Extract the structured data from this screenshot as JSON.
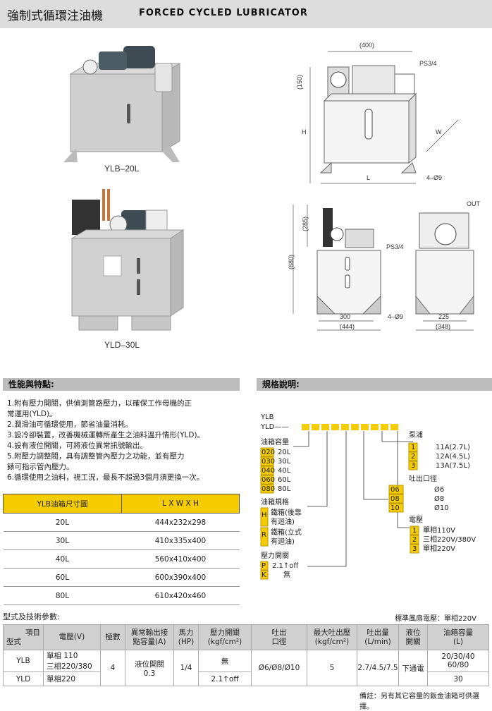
{
  "header": {
    "title_zh": "強制式循環注油機",
    "title_en": "FORCED CYCLED LUBRICATOR"
  },
  "photos": [
    {
      "caption": "YLB–20L"
    },
    {
      "caption": "YLD–30L"
    }
  ],
  "drawing1": {
    "dim_top": "(400)",
    "dim_left": "(150)",
    "label_h": "H",
    "label_w": "W",
    "label_l": "L",
    "port": "PS3/4",
    "holes": "4–Ø9"
  },
  "drawing2": {
    "dim_left_a": "(285)",
    "dim_left_b": "(680)",
    "port": "PS3/4",
    "out": "OUT",
    "holes": "4–Ø9",
    "dim_a1": "300",
    "dim_a2": "(444)",
    "dim_b1": "225",
    "dim_b2": "(348)"
  },
  "features": {
    "heading": "性能與特點:",
    "items": [
      "1.附有壓力開關，供偵測管路壓力，以確保工作母機的正",
      "   常運用(YLD)。",
      "2.潤滑油可循環使用，節省油量消耗。",
      "3.設冷卻裝置，改善機械運轉所產生之油料溫升情形(YLD)。",
      "4.設有液位開關，可將液位異常訊號輸出。",
      "5.附壓力調整閥，具有調整管內壓力之功能，並有壓力",
      "   錶可指示管內壓力。",
      "6.循環使用之油料，視工況，最長不超過3個月須更換一次。"
    ]
  },
  "size_table": {
    "headers": [
      "YLB油箱尺寸圖",
      "L X W X H"
    ],
    "rows": [
      [
        "20L",
        "444x232x298"
      ],
      [
        "30L",
        "410x335x400"
      ],
      [
        "40L",
        "560x410x400"
      ],
      [
        "60L",
        "600x390x400"
      ],
      [
        "80L",
        "610x420x460"
      ]
    ]
  },
  "spec": {
    "heading": "規格說明:",
    "model_a": "YLB",
    "model_b": "YLD——",
    "tank_label": "油箱容量",
    "tanks": [
      [
        "020",
        "20L"
      ],
      [
        "030",
        "30L"
      ],
      [
        "040",
        "40L"
      ],
      [
        "060",
        "60L"
      ],
      [
        "080",
        "80L"
      ]
    ],
    "tank_type_label": "油箱規格",
    "tank_types": [
      [
        "H",
        "鐵箱(後靠",
        "有迴油)"
      ],
      [
        "R",
        "鐵箱(立式",
        "有迴油)"
      ]
    ],
    "switch_label": "壓力開關",
    "switches": [
      [
        "P",
        "2.1↑off"
      ],
      [
        "K",
        "無"
      ]
    ],
    "pump_label": "泵浦",
    "pumps": [
      [
        "1",
        "11A(2.7L)"
      ],
      [
        "2",
        "12A(4.5L)"
      ],
      [
        "3",
        "13A(7.5L)"
      ]
    ],
    "outlet_label": "吐出口徑",
    "outlets": [
      [
        "06",
        "Ø6"
      ],
      [
        "08",
        "Ø8"
      ],
      [
        "10",
        "Ø10"
      ]
    ],
    "voltage_label": "電壓",
    "voltages": [
      [
        "1",
        "單相110V"
      ],
      [
        "2",
        "三相220V/380V"
      ],
      [
        "3",
        "單相220V"
      ]
    ]
  },
  "tech": {
    "heading": "型式及技術參數:",
    "fan_note": "標準風扇電壓：單相220V",
    "headers": [
      "項目",
      "型式",
      "電壓(V)",
      "極數",
      "異常輸出接",
      "點容量(A)",
      "馬力",
      "(HP)",
      "壓力開關",
      "(kgf/cm²)",
      "吐出",
      "口徑",
      "最大吐出壓",
      "(kgf/cm²)",
      "吐出量",
      "(L/min)",
      "液位",
      "開關",
      "油箱容量",
      "(L)"
    ],
    "ylb": {
      "model": "YLB",
      "voltage_a": "單相 110",
      "voltage_b": "三相220/380",
      "tank": "20/30/40",
      "tank_b": "60/80"
    },
    "yld": {
      "model": "YLD",
      "voltage": "單相220",
      "tank": "30"
    },
    "common": {
      "poles": "4",
      "contact_a": "液位開關",
      "contact_b": "0.3",
      "hp": "1/4",
      "switch_ylb": "無",
      "switch_yld": "2.1↑off",
      "outlet": "Ø6/Ø8/Ø10",
      "max_p": "5",
      "flow": "2.7/4.5/7.5",
      "level": "下通電"
    },
    "remark": "備註：另有其它容量的鈑金油箱可供選擇。"
  }
}
